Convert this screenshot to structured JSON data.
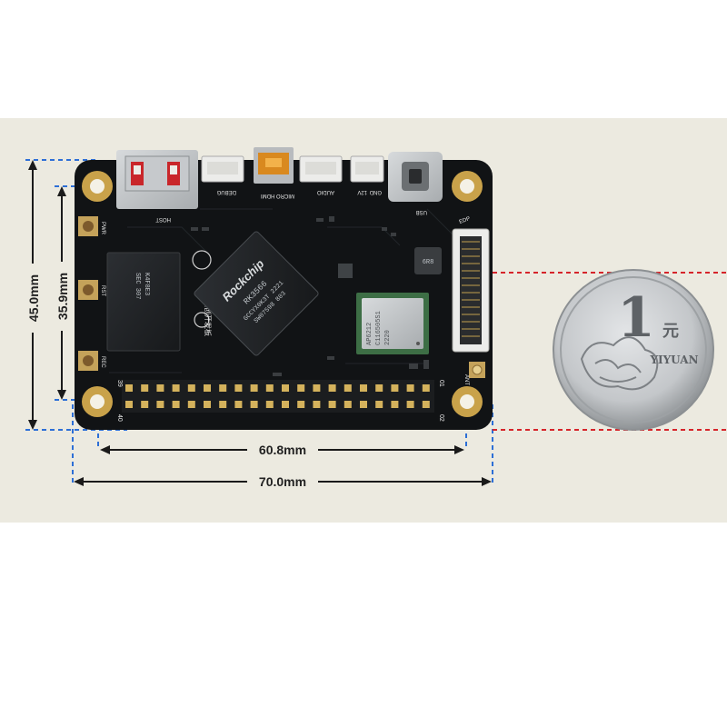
{
  "dimensions": {
    "height_outer": "45.0mm",
    "height_inner": "35.9mm",
    "width_inner": "60.8mm",
    "width_outer": "70.0mm"
  },
  "board": {
    "soc_brand": "Rockchip",
    "soc_model": "RK3566",
    "soc_lines": [
      "GCCYX0K3T 2221",
      "SW07598 803"
    ],
    "wifi_lines": [
      "AP6212",
      "C116505S1",
      "2220"
    ],
    "inductor_label": "6R8",
    "connector_labels": [
      "DEBUG",
      "MICRO HDMI",
      "AUDIO",
      "12V",
      "GND",
      "USB"
    ],
    "host_label": "HOST",
    "edp_label": "EDP",
    "buttons": [
      "PWR",
      "RST",
      "REC"
    ],
    "pin_labels": [
      "39",
      "40",
      "01",
      "02"
    ],
    "logo_text": "立创开发板",
    "ant_label": "ANT"
  },
  "coin": {
    "denomination": "1",
    "unit": "元",
    "text": "YIYUAN"
  },
  "colors": {
    "background": "#eceae0",
    "board": "#111315",
    "dimension_line": "#1a1a1a",
    "guide_blue": "#2d6fd6",
    "guide_red": "#d6242a",
    "coin": "#c9cbcd"
  }
}
